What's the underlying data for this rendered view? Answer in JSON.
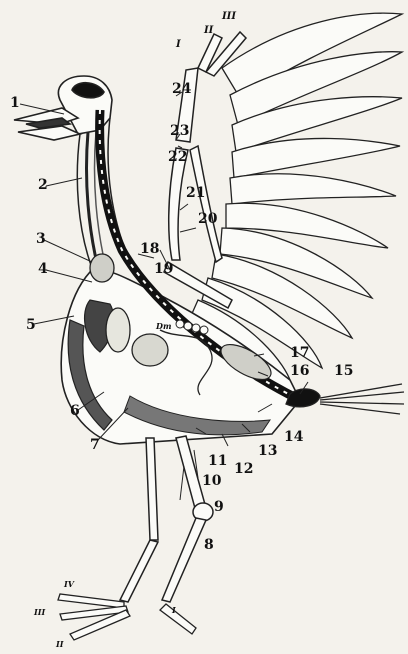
{
  "figure": {
    "labels": {
      "l1": "1",
      "l2": "2",
      "l3": "3",
      "l4": "4",
      "l5": "5",
      "l6": "6",
      "l7": "7",
      "l8": "8",
      "l9": "9",
      "l10": "10",
      "l11": "11",
      "l12": "12",
      "l13": "13",
      "l14": "14",
      "l15": "15",
      "l16": "16",
      "l17": "17",
      "l18": "18",
      "l19": "19",
      "l20": "20",
      "l21": "21",
      "l22": "22",
      "l23": "23",
      "l24": "24",
      "digit_i_wing": "I",
      "digit_ii_wing": "II",
      "digit_iii_wing": "III",
      "toe_i": "I",
      "toe_ii": "II",
      "toe_iii": "III",
      "toe_iv": "IV",
      "dm": "Dm"
    }
  }
}
